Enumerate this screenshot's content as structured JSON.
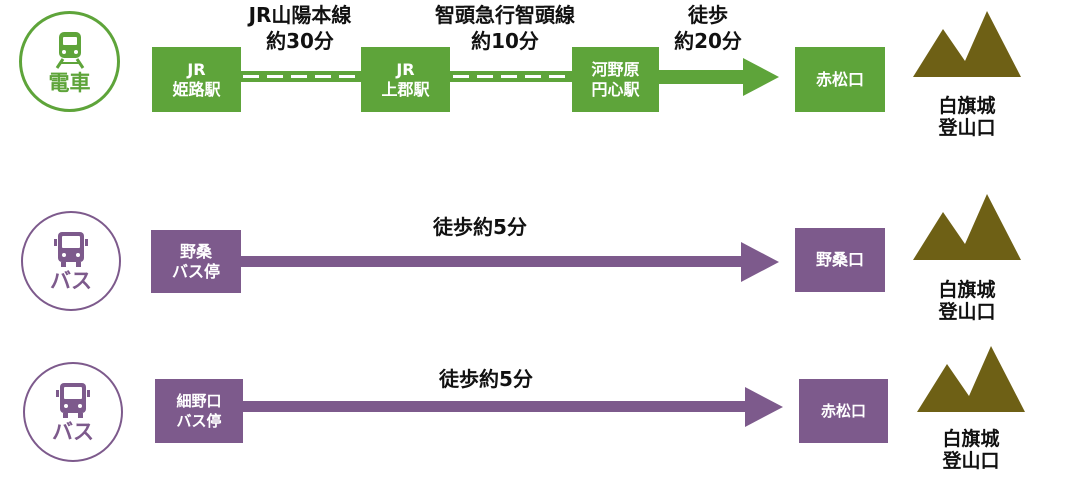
{
  "colors": {
    "train": "#5ea43a",
    "bus": "#7d5a8c",
    "mountain": "#6e6015"
  },
  "rows": [
    {
      "mode": {
        "label": "電車",
        "icon": "train-icon"
      },
      "stations": [
        "JR\n姫路駅",
        "JR\n上郡駅",
        "河野原\n円心駅"
      ],
      "segments": [
        "JR山陽本線\n約30分",
        "智頭急行智頭線\n約10分",
        "徒歩\n約20分"
      ],
      "destination": "赤松口",
      "trailhead": "白旗城\n登山口"
    },
    {
      "mode": {
        "label": "バス",
        "icon": "bus-icon"
      },
      "stations": [
        "野桑\nバス停"
      ],
      "segments": [
        "徒歩約5分"
      ],
      "destination": "野桑口",
      "trailhead": "白旗城\n登山口"
    },
    {
      "mode": {
        "label": "バス",
        "icon": "bus-icon"
      },
      "stations": [
        "細野口\nバス停"
      ],
      "segments": [
        "徒歩約5分"
      ],
      "destination": "赤松口",
      "trailhead": "白旗城\n登山口"
    }
  ]
}
